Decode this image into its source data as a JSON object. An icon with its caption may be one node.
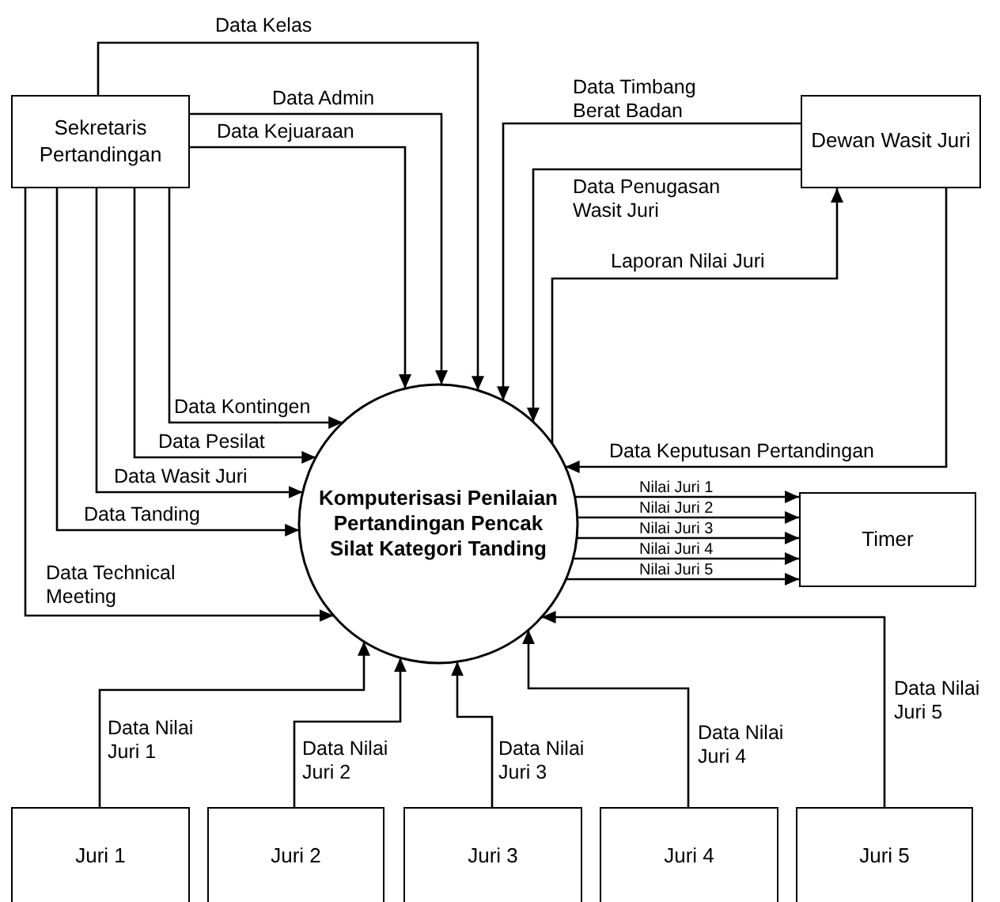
{
  "diagram": {
    "nodes": [
      {
        "text": [
          "Sekretaris Pertandingan"
        ]
      },
      {
        "text": [
          "Dewan Wasit Juri"
        ]
      },
      {
        "text": [
          "Komputerisasi Penilaian Pertandingan Pencak Silat Kategori Tanding"
        ]
      },
      {
        "text": [
          "Timer"
        ]
      },
      {
        "text": [
          "Juri 1"
        ]
      },
      {
        "text": [
          "Juri 2"
        ]
      },
      {
        "text": [
          "Juri 3"
        ]
      },
      {
        "text": [
          "Juri 4"
        ]
      },
      {
        "text": [
          "Juri 5"
        ]
      }
    ],
    "edges": [
      {
        "from": 0,
        "to": 2,
        "arrow": "to",
        "label": "Data Kelas"
      },
      {
        "from": 0,
        "to": 2,
        "arrow": "to",
        "label": "Data Admin"
      },
      {
        "from": 0,
        "to": 2,
        "arrow": "to",
        "label": "Data Kejuaraan"
      },
      {
        "from": 0,
        "to": 2,
        "arrow": "to",
        "label": "Data Kontingen"
      },
      {
        "from": 0,
        "to": 2,
        "arrow": "to",
        "label": "Data Pesilat"
      },
      {
        "from": 0,
        "to": 2,
        "arrow": "to",
        "label": "Data Wasit Juri"
      },
      {
        "from": 0,
        "to": 2,
        "arrow": "to",
        "label": "Data Tanding"
      },
      {
        "from": 0,
        "to": 2,
        "arrow": "to",
        "label": "Data Technical Meeting"
      },
      {
        "from": 1,
        "to": 2,
        "arrow": "to",
        "label": "Data Timbang Berat Badan"
      },
      {
        "from": 1,
        "to": 2,
        "arrow": "to",
        "label": "Data Penugasan Wasit Juri"
      },
      {
        "from": 2,
        "to": 1,
        "arrow": "to",
        "label": "Laporan Nilai Juri"
      },
      {
        "from": 1,
        "to": 2,
        "arrow": "to",
        "label": "Data Keputusan Pertandingan"
      },
      {
        "from": 2,
        "to": 3,
        "arrow": "to",
        "label": "Nilai Juri 1"
      },
      {
        "from": 2,
        "to": 3,
        "arrow": "to",
        "label": "Nilai Juri 2"
      },
      {
        "from": 2,
        "to": 3,
        "arrow": "to",
        "label": "Nilai Juri 3"
      },
      {
        "from": 2,
        "to": 3,
        "arrow": "to",
        "label": "Nilai Juri 4"
      },
      {
        "from": 2,
        "to": 3,
        "arrow": "to",
        "label": "Nilai Juri 5"
      },
      {
        "from": 4,
        "to": 2,
        "arrow": "to",
        "label": "Data Nilai Juri 1"
      },
      {
        "from": 5,
        "to": 2,
        "arrow": "to",
        "label": "Data Nilai Juri 2"
      },
      {
        "from": 6,
        "to": 2,
        "arrow": "to",
        "label": "Data Nilai Juri 3"
      },
      {
        "from": 7,
        "to": 2,
        "arrow": "to",
        "label": "Data Nilai Juri 4"
      },
      {
        "from": 8,
        "to": 2,
        "arrow": "to",
        "label": "Data Nilai Juri 5"
      }
    ]
  }
}
